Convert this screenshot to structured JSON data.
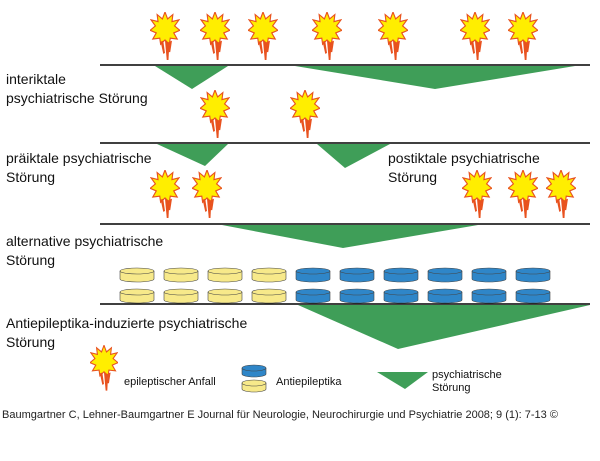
{
  "labels": {
    "interictal_1": "interiktale",
    "interictal_2": "psychiatrische Störung",
    "preictal_1": "präiktale psychiatrische",
    "preictal_2": "Störung",
    "postictal_1": "postiktale psychiatrische",
    "postictal_2": "Störung",
    "alternative_1": "alternative psychiatrische",
    "alternative_2": "Störung",
    "aed_1": "Antiepileptika-induzierte psychiatrische",
    "aed_2": "Störung"
  },
  "legend": {
    "seizure": "epileptischer Anfall",
    "drugs": "Antiepileptika",
    "disorder_1": "psychiatrische",
    "disorder_2": "Störung"
  },
  "citation": "Baumgartner C, Lehner-Baumgartner E Journal für Neurologie, Neurochirurgie und Psychiatrie 2008; 9 (1): 7-13 ©",
  "colors": {
    "disorder": "#3f9e58",
    "seizure_fill": "#ffee00",
    "seizure_edge": "#e8521f",
    "drug_yellow": "#f7e98a",
    "drug_blue": "#2f86c8",
    "baseline": "#000000"
  }
}
